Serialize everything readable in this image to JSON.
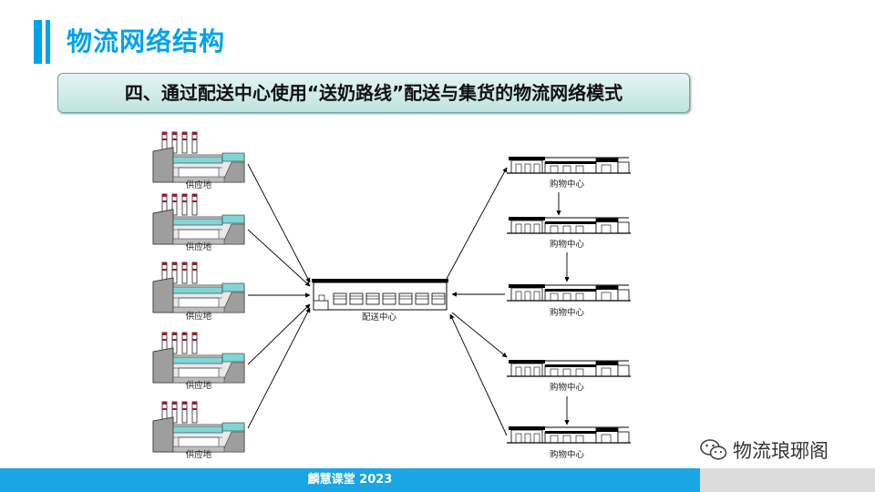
{
  "header": {
    "title": "物流网络结构",
    "subtitle": "四、通过配送中心使用“送奶路线”配送与集货的物流网络模式"
  },
  "diagram": {
    "suppliers": [
      "供应地",
      "供应地",
      "供应地",
      "供应地",
      "供应地"
    ],
    "center_label": "配送中心",
    "shops": [
      "购物中心",
      "购物中心",
      "购物中心",
      "购物中心",
      "购物中心"
    ]
  },
  "footer": {
    "text": "麟慧课堂 2023"
  },
  "watermark": {
    "text": "物流琅琊阁",
    "icon": "wechat-icon"
  },
  "colors": {
    "accent": "#00a3e8",
    "footer": "#1aa5e4",
    "subtitle_bg": "#cdebe8",
    "chimney_stripe": "#9b1c2c",
    "factory_window": "#7fd6d6"
  }
}
